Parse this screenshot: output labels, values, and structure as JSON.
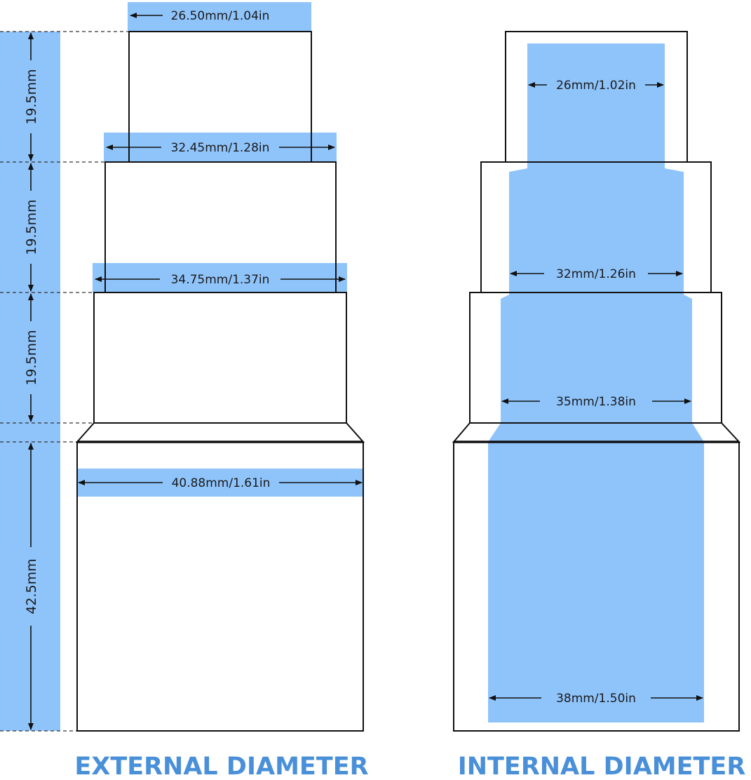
{
  "colors": {
    "highlight": "#8fc4fb",
    "outline": "#111111",
    "caption": "#4a90d9",
    "background": "#ffffff"
  },
  "external": {
    "caption": "EXTERNAL DIAMETER",
    "diameters": {
      "step1": "26.50mm/1.04in",
      "step2": "32.45mm/1.28in",
      "step3": "34.75mm/1.37in",
      "step4": "40.88mm/1.61in"
    },
    "heights": {
      "step1": "19.5mm",
      "step2": "19.5mm",
      "step3": "19.5mm",
      "step4": "42.5mm"
    }
  },
  "internal": {
    "caption": "INTERNAL DIAMETER",
    "diameters": {
      "step1": "26mm/1.02in",
      "step2": "32mm/1.26in",
      "step3": "35mm/1.38in",
      "step4": "38mm/1.50in"
    }
  }
}
